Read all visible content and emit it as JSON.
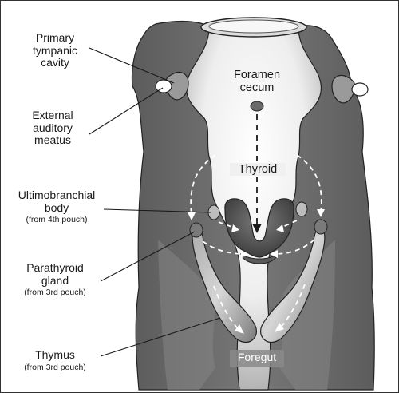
{
  "labels": {
    "primary_tympanic_cavity": [
      "Primary",
      "tympanic",
      "cavity"
    ],
    "external_auditory_meatus": [
      "External",
      "auditory",
      "meatus"
    ],
    "ultimobranchial_body": [
      "Ultimobranchial",
      "body"
    ],
    "ultimobranchial_note": "(from 4th pouch)",
    "parathyroid_gland": [
      "Parathyroid",
      "gland"
    ],
    "parathyroid_note": "(from 3rd pouch)",
    "thymus": "Thymus",
    "thymus_note": "(from 3rd pouch)",
    "foramen_cecum": [
      "Foramen",
      "cecum"
    ],
    "thyroid": "Thyroid",
    "foregut": "Foregut"
  },
  "colors": {
    "outline": "#1a1a1a",
    "tissue_dark": "#6e6e6e",
    "tissue_mid": "#8f8f8f",
    "lumen_light": "#f4f4f4",
    "arrow": "#ffffff",
    "thyroid": "#5a5a5a"
  }
}
